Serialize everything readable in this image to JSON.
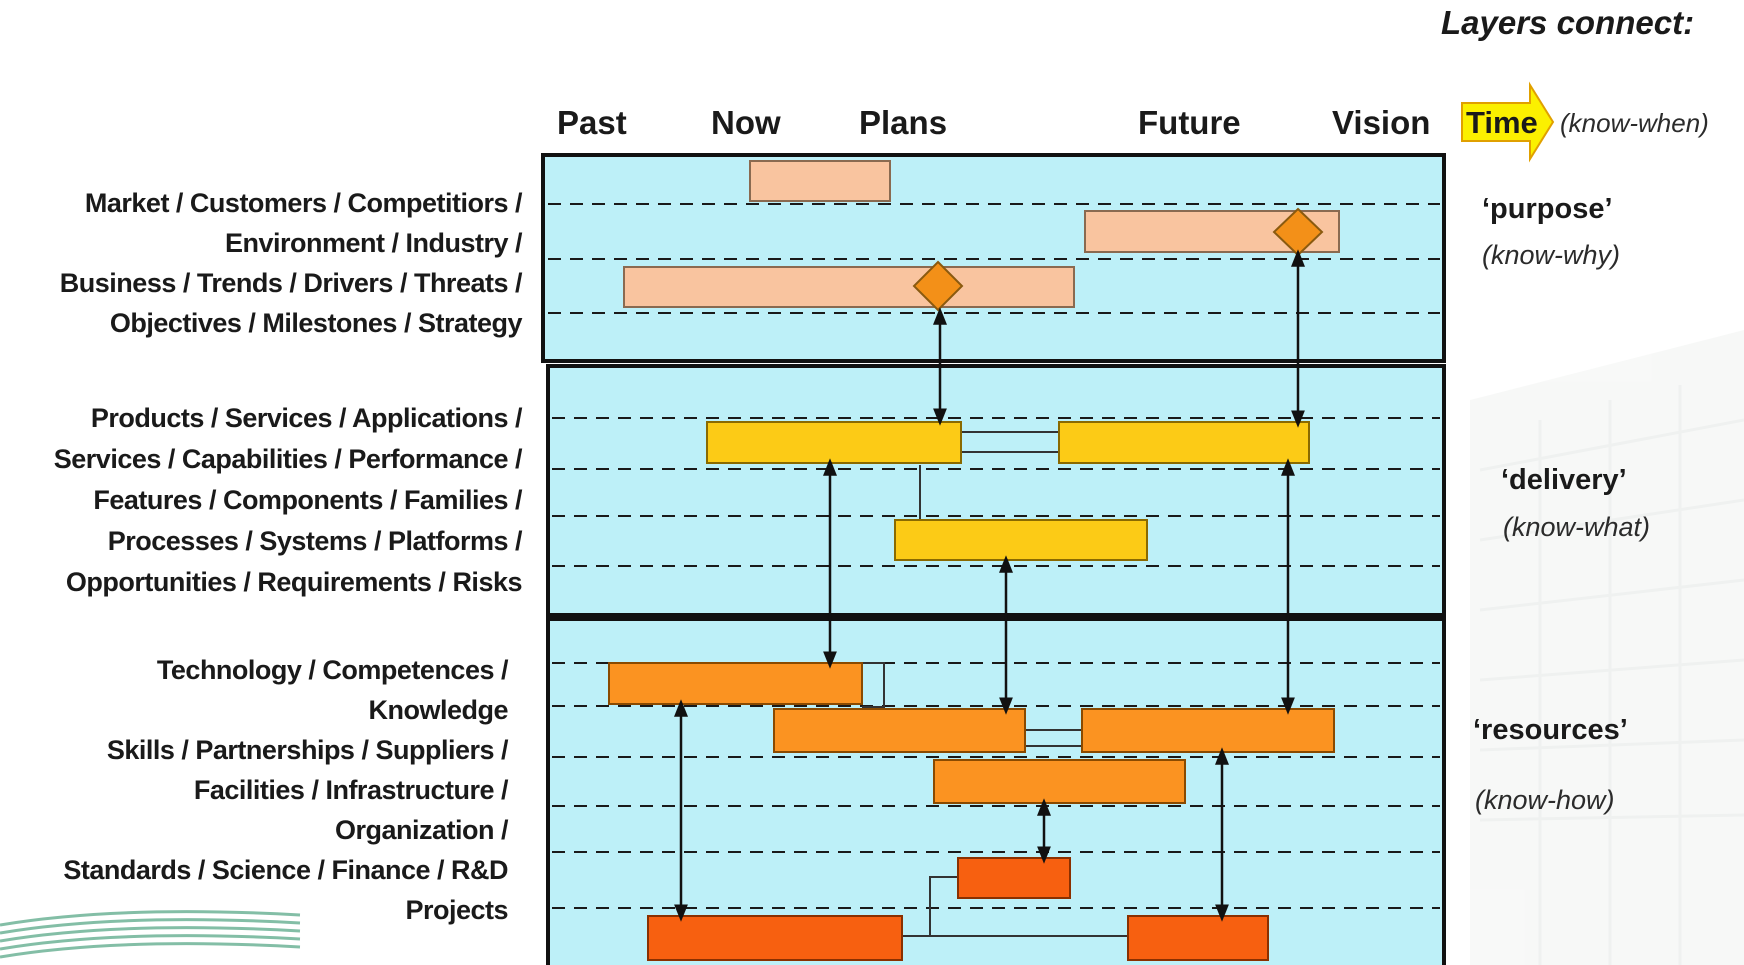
{
  "header": {
    "title": "Layers connect:"
  },
  "timeline": {
    "columns": [
      "Past",
      "Now",
      "Plans",
      "Future",
      "Vision"
    ],
    "time_label": "Time",
    "time_note": "(know-when)"
  },
  "layers": [
    {
      "lines": [
        "Market / Customers / Competitiors /",
        "Environment / Industry /",
        "Business / Trends / Drivers / Threats /",
        "Objectives / Milestones / Strategy"
      ],
      "name": "‘purpose’",
      "note": "(know-why)"
    },
    {
      "lines": [
        "Products / Services / Applications /",
        "Services / Capabilities / Performance /",
        "Features / Components / Families /",
        "Processes / Systems / Platforms /",
        "Opportunities / Requirements / Risks"
      ],
      "name": "‘delivery’",
      "note": "(know-what)"
    },
    {
      "lines": [
        "Technology / Competences /",
        "Knowledge",
        "Skills / Partnerships / Suppliers /",
        "Facilities / Infrastructure /",
        "Organization /",
        "Standards / Science / Finance / R&D",
        "Projects"
      ],
      "name": "‘resources’",
      "note": "(know-how)"
    }
  ],
  "colors": {
    "panel": "#bdf0f8",
    "purpose_bar": "#f9c49f",
    "delivery_bar": "#fccb16",
    "resource_bar": "#fb9321",
    "project_bar": "#f76010",
    "milestone": "#f39018",
    "time_arrow": "#fbf000"
  }
}
